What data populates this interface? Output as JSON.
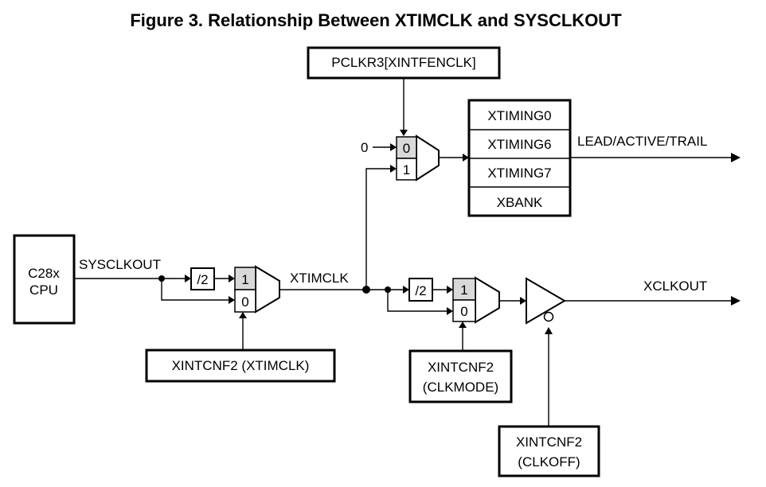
{
  "title": "Figure 3. Relationship Between XTIMCLK and SYSCLKOUT",
  "cpu": {
    "line1": "C28x",
    "line2": "CPU"
  },
  "signals": {
    "sysclkout": "SYSCLKOUT",
    "xtimclk": "XTIMCLK",
    "xclkout": "XCLKOUT",
    "lead_active_trail": "LEAD/ACTIVE/TRAIL",
    "const_zero": "0"
  },
  "dividers": {
    "div1": "/2",
    "div2": "/2"
  },
  "mux1": {
    "top": "1",
    "bottom": "0"
  },
  "mux2": {
    "top": "0",
    "bottom": "1"
  },
  "mux3": {
    "top": "1",
    "bottom": "0"
  },
  "control": {
    "pclkr3": "PCLKR3[XINTFENCLK]",
    "xtimclk_sel": "XINTCNF2 (XTIMCLK)",
    "clkmode_line1": "XINTCNF2",
    "clkmode_line2": "(CLKMODE)",
    "clkoff_line1": "XINTCNF2",
    "clkoff_line2": "(CLKOFF)"
  },
  "registers": [
    "XTIMING0",
    "XTIMING6",
    "XTIMING7",
    "XBANK"
  ]
}
